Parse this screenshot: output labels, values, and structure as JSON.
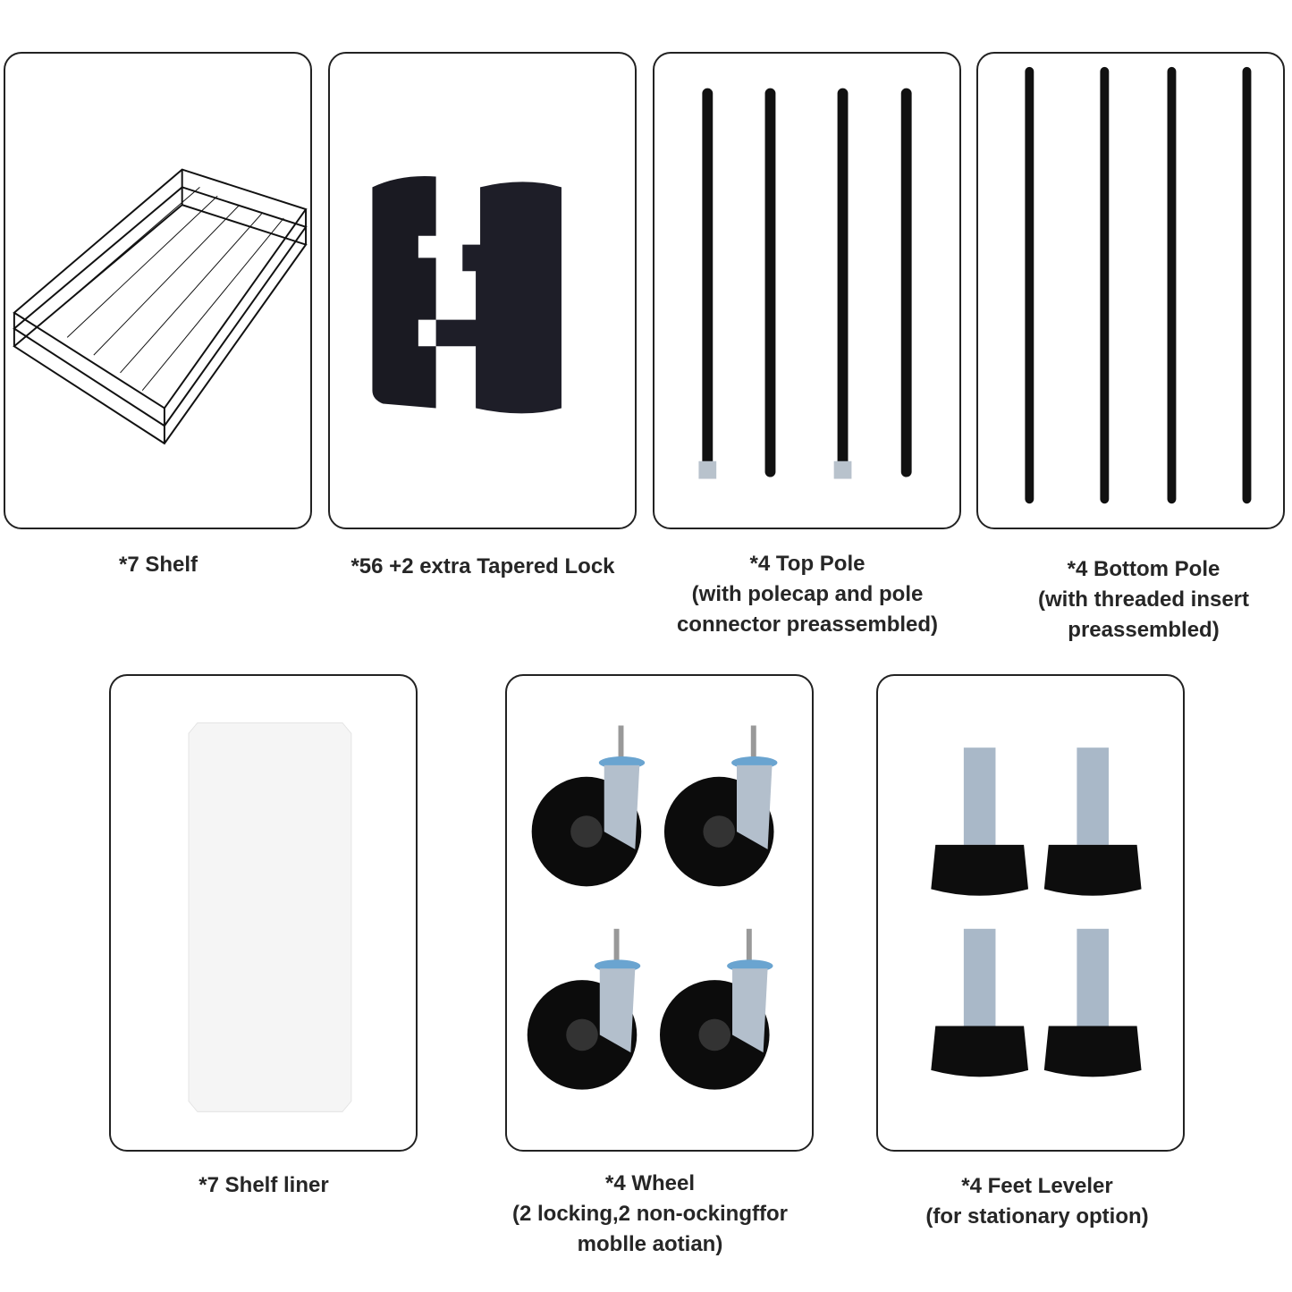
{
  "parts": [
    {
      "id": "shelf",
      "lines": [
        "*7 Shelf"
      ]
    },
    {
      "id": "tapered-lock",
      "lines": [
        "*56 +2 extra Tapered Lock"
      ]
    },
    {
      "id": "top-pole",
      "lines": [
        "*4 Top Pole",
        "(with polecap and pole",
        "connector preassembled)"
      ]
    },
    {
      "id": "bottom-pole",
      "lines": [
        "*4 Bottom Pole",
        "(with threaded insert",
        "preassembled)"
      ]
    },
    {
      "id": "shelf-liner",
      "lines": [
        "*7 Shelf liner"
      ]
    },
    {
      "id": "wheel",
      "lines": [
        "*4 Wheel",
        "(2 locking,2 non-ockingffor",
        "moblle aotian)"
      ]
    },
    {
      "id": "feet-leveler",
      "lines": [
        "*4 Feet Leveler",
        "(for stationary option)"
      ]
    }
  ],
  "colors": {
    "border": "#222222",
    "part_black": "#111111",
    "metal": "#a9b8c8",
    "liner": "#f7f7f7"
  }
}
